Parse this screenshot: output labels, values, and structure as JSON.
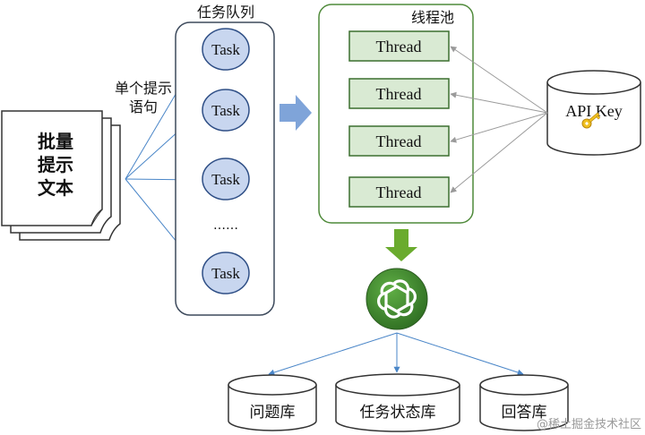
{
  "document": {
    "label": "批量\n提示\n文本"
  },
  "edge_label": "单个提示\n语句",
  "queue": {
    "title": "任务队列",
    "tasks": [
      "Task",
      "Task",
      "Task",
      "Task"
    ],
    "ellipsis": "……"
  },
  "pool": {
    "title": "线程池",
    "threads": [
      "Thread",
      "Thread",
      "Thread",
      "Thread"
    ]
  },
  "api_key": {
    "label": "API Key",
    "icon": "key-icon"
  },
  "openai_logo": {
    "icon": "openai-logo-icon"
  },
  "databases": [
    "问题库",
    "任务状态库",
    "回答库"
  ],
  "watermark": "@稀土掘金技术社区",
  "colors": {
    "box_border": "#3d4a5c",
    "task_fill": "#c8d6ef",
    "task_stroke": "#2f4f86",
    "thread_fill": "#d9ead3",
    "thread_stroke": "#3b6f2f",
    "pool_border": "#4f8a3a",
    "arrow_blue": "#4a86c8",
    "arrow_gray": "#9a9a9a",
    "big_arrow_blue": "#7fa4d9",
    "big_arrow_green": "#6aab2e",
    "logo_green": "#3f8a2e"
  }
}
